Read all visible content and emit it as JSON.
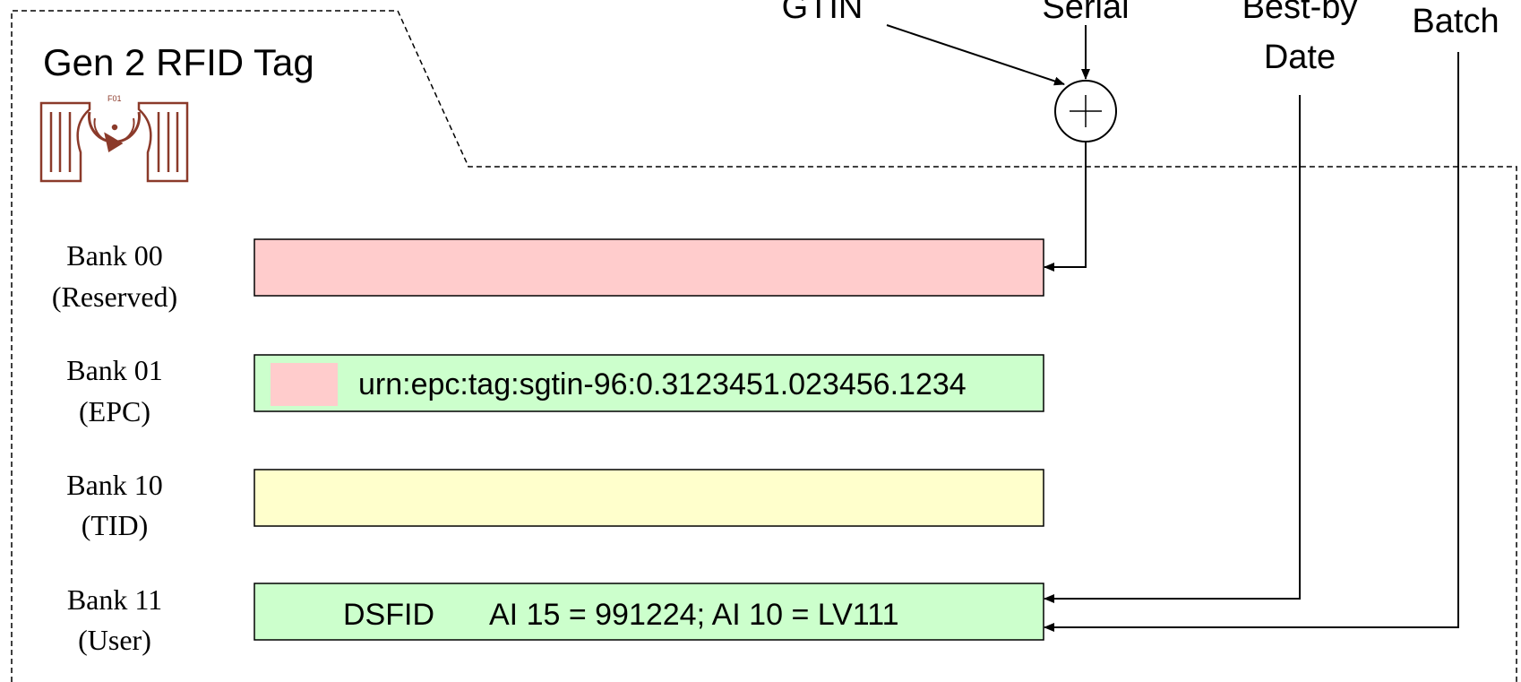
{
  "tag": {
    "title": "Gen 2 RFID Tag",
    "chip_label": "F01"
  },
  "inputs": {
    "gtin": "GTIN",
    "serial": "Serial",
    "best_by_line1": "Best-by",
    "best_by_line2": "Date",
    "batch": "Batch"
  },
  "combine_symbol": "+",
  "banks": [
    {
      "name": "Bank 00",
      "sub": "(Reserved)",
      "content": "",
      "fill": "#ffcccc"
    },
    {
      "name": "Bank 01",
      "sub": "(EPC)",
      "content": "urn:epc:tag:sgtin-96:0.3123451.023456.1234",
      "fill": "#ccffcc",
      "prefix_fill": "#ffcccc"
    },
    {
      "name": "Bank 10",
      "sub": "(TID)",
      "content": "",
      "fill": "#ffffcc"
    },
    {
      "name": "Bank 11",
      "sub": "(User)",
      "content_a": "DSFID",
      "content_b": "AI 15 = 991224; AI 10 = LV111",
      "fill": "#ccffcc"
    }
  ],
  "colors": {
    "line": "#000000",
    "antenna": "#8b3a2a"
  }
}
